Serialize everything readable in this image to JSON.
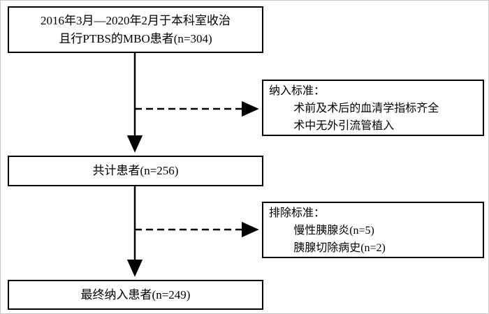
{
  "flowchart": {
    "top_box": {
      "line1": "2016年3月—2020年2月于本科室收治",
      "line2": "且行PTBS的MBO患者(n=304)"
    },
    "inclusion_box": {
      "title": "纳入标准：",
      "item1": "术前及术后的血清学指标齐全",
      "item2": "术中无外引流管植入"
    },
    "middle_box": {
      "label": "共计患者(n=256)"
    },
    "exclusion_box": {
      "title": "排除标准：",
      "item1": "慢性胰腺炎(n=5)",
      "item2": "胰腺切除病史(n=2)"
    },
    "bottom_box": {
      "label": "最终纳入患者(n=249)"
    }
  },
  "colors": {
    "line": "#000000",
    "border": "#000000",
    "background": "#ffffff",
    "text": "#000000"
  }
}
